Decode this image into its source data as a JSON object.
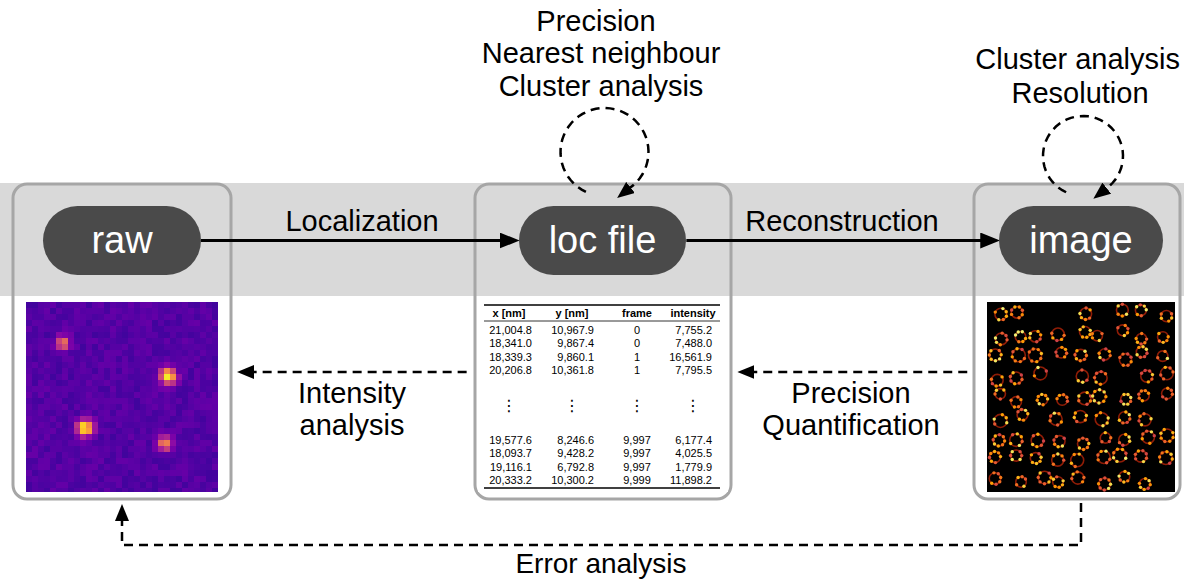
{
  "diagram": {
    "nodes": [
      {
        "text": [
          "raw"
        ]
      },
      {
        "text": [
          "loc file"
        ]
      },
      {
        "text": [
          "image"
        ]
      }
    ],
    "edges": [
      {
        "from": 0,
        "to": 1,
        "arrow": "to",
        "label": "Localization"
      },
      {
        "from": 1,
        "to": 2,
        "arrow": "to",
        "label": "Reconstruction"
      },
      {
        "from": 1,
        "to": 1,
        "arrow": "to"
      },
      {
        "from": 2,
        "to": 2,
        "arrow": "to"
      },
      {
        "from": 1,
        "to": 0,
        "arrow": "to",
        "label": "Intensity analysis"
      },
      {
        "from": 2,
        "to": 1,
        "arrow": "to",
        "label": "Precision Quantification"
      },
      {
        "from": 2,
        "to": 0,
        "arrow": "to",
        "label": "Error analysis"
      }
    ],
    "labels": [
      "Precision",
      "Nearest neighbour",
      "Cluster analysis",
      "Cluster analysis",
      "Resolution",
      "x [nm]",
      "y [nm]",
      "frame",
      "intensity",
      "21,004.8",
      "10,967.9",
      "0",
      "7,755.2",
      "18,341.0",
      "9,867.4",
      "0",
      "7,488.0",
      "18,339.3",
      "9,860.1",
      "1",
      "16,561.9",
      "20,206.8",
      "10,361.8",
      "1",
      "7,795.5",
      "⋮",
      "⋮",
      "⋮",
      "⋮",
      "19,577.6",
      "8,246.6",
      "9,997",
      "6,177.4",
      "18,093.7",
      "9,428.2",
      "9,997",
      "4,025.5",
      "19,116.1",
      "6,792.8",
      "9,997",
      "1,779.9",
      "20,333.2",
      "10,300.2",
      "9,999",
      "11,898.2"
    ]
  }
}
